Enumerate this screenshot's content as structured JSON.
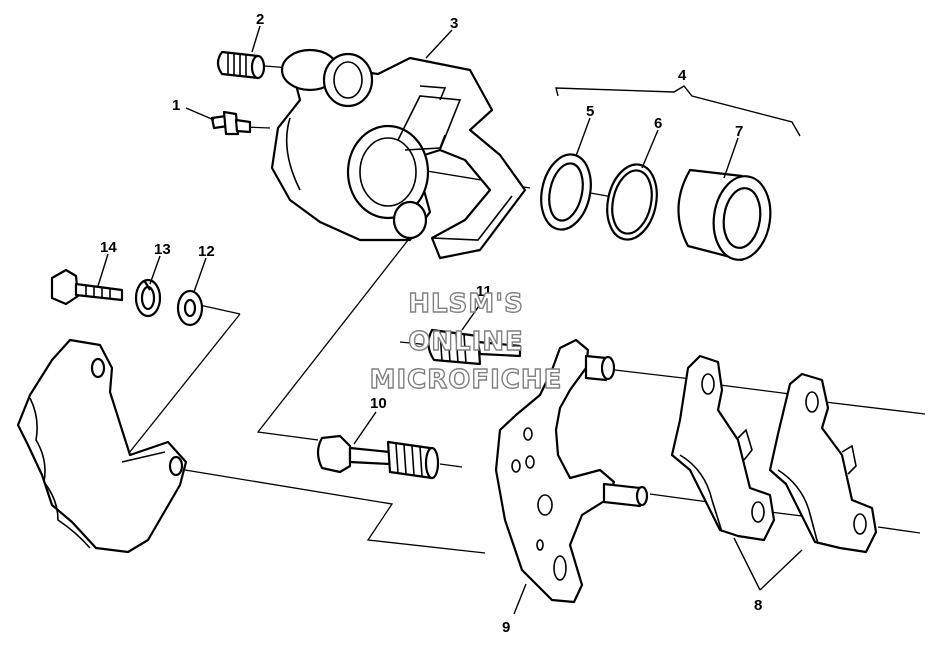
{
  "callouts": {
    "c1": "1",
    "c2": "2",
    "c3": "3",
    "c4": "4",
    "c5": "5",
    "c6": "6",
    "c7": "7",
    "c8": "8",
    "c9": "9",
    "c10": "10",
    "c11": "11",
    "c12": "12",
    "c13": "13",
    "c14": "14"
  },
  "watermark": {
    "line1": "HLSM'S",
    "line2": "ONLINE",
    "line3": "MICROFICHE",
    "color": "#808080"
  }
}
